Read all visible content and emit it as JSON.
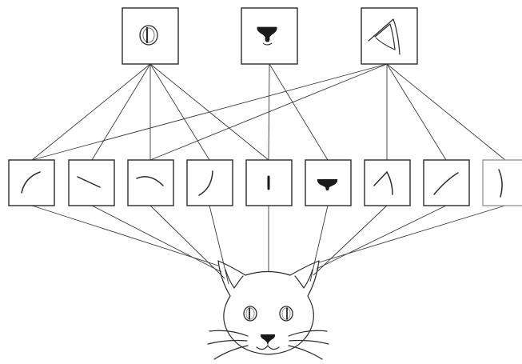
{
  "diagram": {
    "top_features": [
      {
        "id": "eye",
        "icon": "eye-icon"
      },
      {
        "id": "nose",
        "icon": "nose-icon"
      },
      {
        "id": "ear",
        "icon": "ear-icon"
      }
    ],
    "edge_features": [
      {
        "id": "arc-left",
        "icon": "curved-edge-icon"
      },
      {
        "id": "dash-diagonal",
        "icon": "short-edge-icon"
      },
      {
        "id": "arc-top",
        "icon": "curved-edge-icon"
      },
      {
        "id": "arc-right",
        "icon": "curved-edge-icon"
      },
      {
        "id": "vertical-dash",
        "icon": "vertical-edge-icon"
      },
      {
        "id": "nose-shape",
        "icon": "nose-fragment-icon"
      },
      {
        "id": "ear-tip",
        "icon": "angle-edge-icon"
      },
      {
        "id": "diagonal-line",
        "icon": "diagonal-edge-icon"
      },
      {
        "id": "curve-partial",
        "icon": "curved-edge-icon"
      }
    ],
    "input": {
      "id": "cat-face",
      "icon": "cat-face-icon"
    },
    "connections_top_to_edge": [
      [
        "eye",
        "arc-left"
      ],
      [
        "eye",
        "dash-diagonal"
      ],
      [
        "eye",
        "arc-top"
      ],
      [
        "eye",
        "arc-right"
      ],
      [
        "eye",
        "vertical-dash"
      ],
      [
        "nose",
        "vertical-dash"
      ],
      [
        "nose",
        "nose-shape"
      ],
      [
        "ear",
        "arc-left"
      ],
      [
        "ear",
        "arc-top"
      ],
      [
        "ear",
        "ear-tip"
      ],
      [
        "ear",
        "diagonal-line"
      ],
      [
        "ear",
        "curve-partial"
      ]
    ]
  }
}
